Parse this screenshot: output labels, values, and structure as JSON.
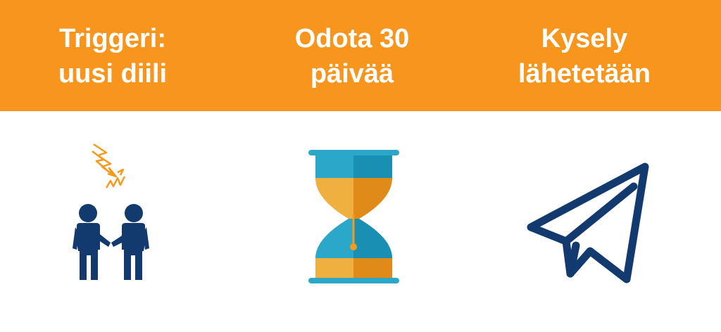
{
  "steps": [
    {
      "line1": "Triggeri:",
      "line2": "uusi diili",
      "icon": "handshake-deal-icon"
    },
    {
      "line1": "Odota 30",
      "line2": "päivää",
      "icon": "hourglass-icon"
    },
    {
      "line1": "Kysely",
      "line2": "lähetetään",
      "icon": "paper-plane-icon"
    }
  ],
  "colors": {
    "header": "#f7951d",
    "text": "#ffffff",
    "navy": "#123a6e",
    "orange": "#f49a1c",
    "teal": "#2aa7c9",
    "teal_dark": "#1a8fb4",
    "amber": "#f0b040",
    "amber_dark": "#e08a1a"
  }
}
